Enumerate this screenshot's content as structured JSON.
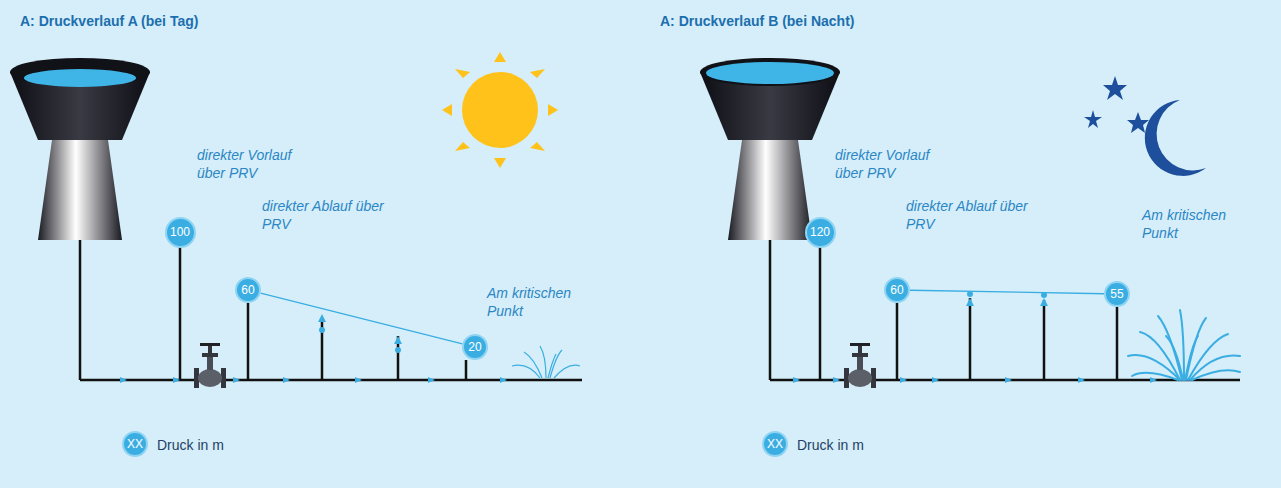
{
  "diagram": {
    "nodes": [
      {
        "text": [
          "100"
        ]
      },
      {
        "text": [
          "60"
        ]
      },
      {
        "text": [
          "20"
        ]
      },
      {
        "text": [
          "120"
        ]
      },
      {
        "text": [
          "60"
        ]
      },
      {
        "text": [
          "55"
        ]
      }
    ],
    "edges": [
      {
        "from": 1,
        "to": 2,
        "arrow": "none"
      },
      {
        "from": 4,
        "to": 5,
        "arrow": "none"
      }
    ],
    "labels": [
      "A: Druckverlauf A (bei Tag)",
      "direkter Vorlauf über PRV",
      "direkter Ablauf über PRV",
      "Am kritischen Punkt",
      "XX",
      "A: Druckverlauf B (bei Nacht)",
      "direkter Vorlauf über PRV",
      "direkter Ablauf über PRV",
      "Am kritischen Punkt",
      "XX"
    ],
    "legend": [
      {
        "text": "Druck in m"
      },
      {
        "text": "Druck in m"
      }
    ]
  }
}
